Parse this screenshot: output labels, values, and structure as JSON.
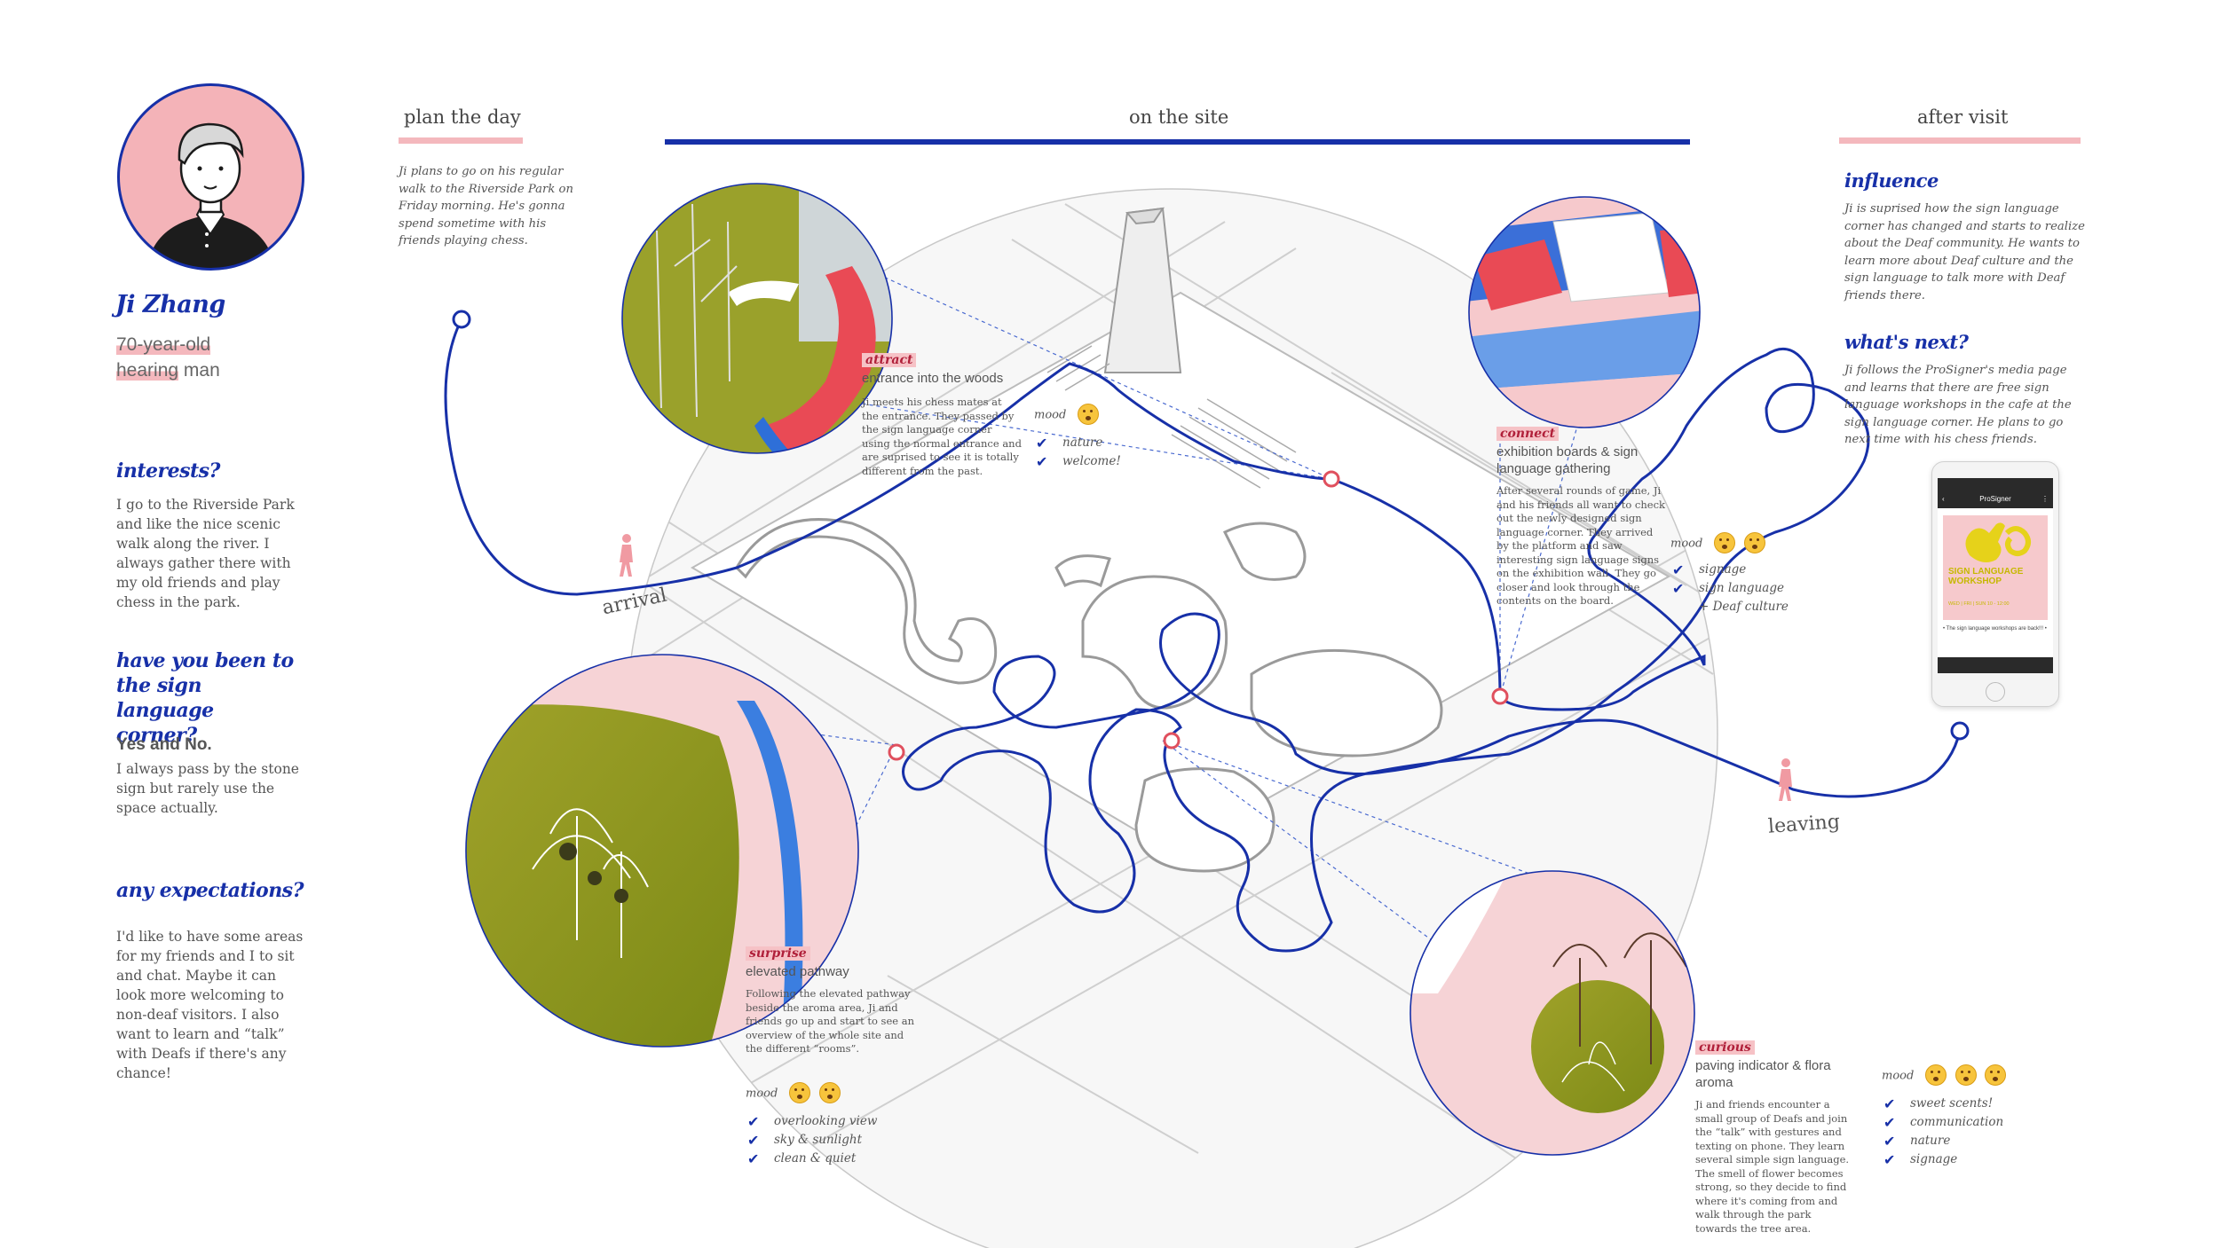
{
  "header": {
    "plan_the_day": "plan the day",
    "on_the_site": "on the site",
    "after_visit": "after visit"
  },
  "persona": {
    "name": "Ji Zhang",
    "age_line": "70-year-old",
    "hearing_word": "hearing",
    "man_word": " man",
    "interests_q": "interests?",
    "interests_a": "I go to the Riverside Park and like the nice scenic walk along the river. I always gather there with my old friends and play chess in the park.",
    "been_q": "have you been to the sign language corner?",
    "been_a_bold": "Yes and No.",
    "been_a": "I always pass by the stone sign but rarely use the space actually.",
    "expect_q": "any expectations?",
    "expect_a": "I'd like to have some areas for my friends and I to sit and chat. Maybe it can look more welcoming to non-deaf visitors. I also want to learn and “talk” with Deafs if there's any chance!"
  },
  "plan": {
    "text": "Ji plans to go on his regular walk to the Riverside Park on Friday morning. He's gonna spend sometime with his friends playing chess."
  },
  "route": {
    "arrival": "arrival",
    "leaving": "leaving"
  },
  "stops": {
    "attract": {
      "tag": "attract",
      "title": "entrance into the woods",
      "body": "Ji meets his chess mates at the entrance. They passed by the sign language corner using the normal entrance and are suprised to see it is totally different from the past.",
      "mood_label": "mood",
      "checks": [
        "nature",
        "welcome!"
      ]
    },
    "connect": {
      "tag": "connect",
      "title": "exhibition boards & sign language gathering",
      "body": "After several rounds of game, Ji and his friends all want to check out the newly designed sign language corner. They arrived by the platform and saw interesting sign language signs on the exhibition wall. They go closer and look through the contents on the board.",
      "mood_label": "mood",
      "checks": [
        "signage",
        "sign language",
        "+ Deaf culture"
      ]
    },
    "surprise": {
      "tag": "surprise",
      "title": "elevated pathway",
      "body": "Following the elevated pathway beside the aroma area, Ji and friends go up and start to see an overview of the whole site and the different “rooms”.",
      "mood_label": "mood",
      "checks": [
        "overlooking view",
        "sky & sunlight",
        "clean & quiet"
      ]
    },
    "curious": {
      "tag": "curious",
      "title": "paving indicator & flora aroma",
      "body": "Ji and friends encounter a small group of Deafs and join the “talk” with gestures and texting on phone. They learn several simple sign language. The smell of flower becomes strong, so they decide to find where it's coming from and walk through the park towards the tree area.",
      "mood_label": "mood",
      "checks": [
        "sweet scents!",
        "communication",
        "nature",
        "signage"
      ]
    }
  },
  "after": {
    "influence_h": "influence",
    "influence_t": "Ji is suprised how the sign language corner has changed and starts to realize about the Deaf community. He wants to learn more about Deaf culture and the sign language to talk more with Deaf friends there.",
    "next_h": "what's next?",
    "next_t": "Ji follows the ProSigner's media page and learns that there are free sign language workshops in the cafe at the sign language corner. He plans to go next time with his chess friends."
  },
  "phone": {
    "app_name": "ProSigner",
    "poster_title": "SIGN LANGUAGE WORKSHOP",
    "poster_sub": "WED | FRI | SUN 10 - 12:00",
    "caption": "• The sign language workshops are back!!! •"
  },
  "colors": {
    "accent_blue": "#1730a8",
    "pink": "#f4b8bd",
    "olive": "#8c9a1c"
  }
}
